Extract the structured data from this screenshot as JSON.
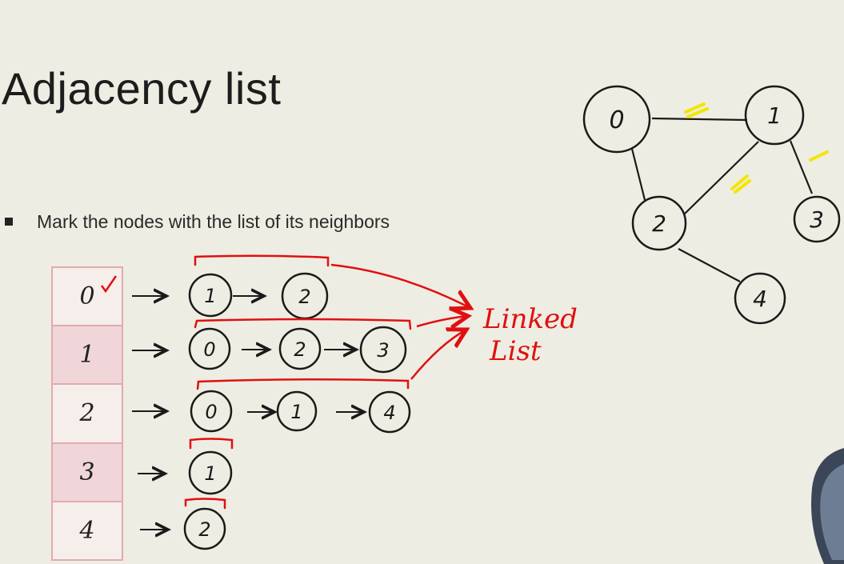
{
  "title": "Adjacency list",
  "bullet": "Mark the nodes with the list of its neighbors",
  "annotation": "Linked\nList",
  "annotation_lines": [
    "Linked",
    "List"
  ],
  "table": {
    "rows": [
      {
        "index": "0",
        "neighbors": [
          "1",
          "2"
        ]
      },
      {
        "index": "1",
        "neighbors": [
          "0",
          "2",
          "3"
        ]
      },
      {
        "index": "2",
        "neighbors": [
          "0",
          "1",
          "4"
        ]
      },
      {
        "index": "3",
        "neighbors": [
          "1"
        ]
      },
      {
        "index": "4",
        "neighbors": [
          "2"
        ]
      }
    ]
  },
  "graph": {
    "nodes": [
      "0",
      "1",
      "2",
      "3",
      "4"
    ],
    "edges": [
      [
        "0",
        "1"
      ],
      [
        "0",
        "2"
      ],
      [
        "1",
        "2"
      ],
      [
        "1",
        "3"
      ],
      [
        "2",
        "4"
      ]
    ]
  },
  "colors": {
    "ink": "#1a1a1a",
    "red": "#e01010",
    "highlight": "#f2e600",
    "table_border": "#e3a9b1"
  }
}
